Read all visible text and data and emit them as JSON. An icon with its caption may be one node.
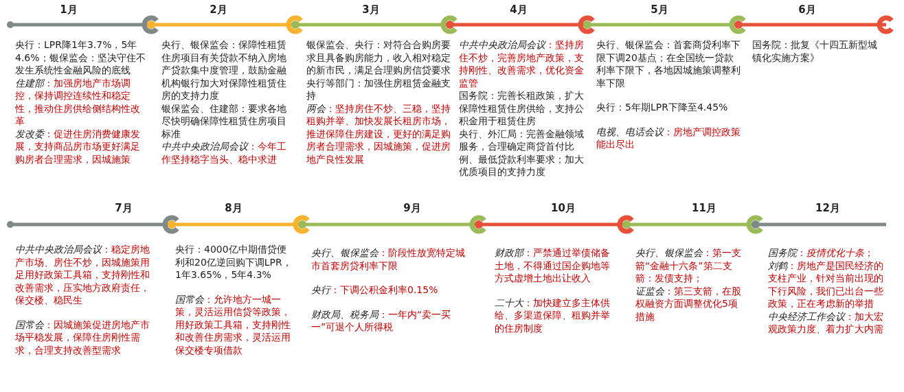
{
  "diagram": {
    "nodes": [
      {
        "text": [
          "1月",
          "央行：LPR降1年3.7%，5年4.6%；银保监会：坚决守住不发生系统性金融风险的底线",
          "*住建部*：加强房地产市场调控，保持调控连续性和稳定性，推动住房供给侧结构性改革",
          "*发改委*：促进住房消费健康发展，支持商品房市场更好满足购房者合理需求，因城施策"
        ]
      },
      {
        "text": [
          "2月",
          "央行、银保监会：保障性租赁住房项目有关贷款不纳入房地产贷款集中度管理，鼓励金融机构银行加大对保障性租赁住房的支持力度",
          "银保监会、住建部：要求各地尽快明确保障性租赁住房项目标准",
          "*中共中央政治局会议*：今年工作坚持稳字当头、稳中求进"
        ]
      },
      {
        "text": [
          "3月",
          "银保监会、央行：对符合合购房要求且具备购房能力，收入相对稳定的新市民，满足合理购房信贷要求",
          "央行等部门：加强住房租赁金融支持",
          "*两会*：坚持房住不炒、三稳，坚持租购并举、加快发展长租房市场，推进保障住房建设，更好的满足购房者合理需求，因城施策，促进房地产良性发展"
        ]
      },
      {
        "text": [
          "4月",
          "*中共中央政治局会议*：坚持房住不炒，完善房地产政策，支持刚性、改善需求，优化资金监管",
          "国务院：完善长租政策，扩大保障性租赁住房供给，支持公积金用于租赁住房",
          "央行、外汇局：完善金融领域服务，合理确定商贷首付比例、最低贷款利率要求；加大优质项目的支持力度"
        ]
      },
      {
        "text": [
          "5月",
          "央行、银保监会：首套商贷利率下限下调20基点；在全国统一贷款利率下限下，各地因城施策调整利率下限",
          "央行：5年期LPR下降至4.45%",
          "*电视、电话会议*：房地产调控政策能出尽出"
        ]
      },
      {
        "text": [
          "6月",
          "国务院：批复《十四五新型城镇化实施方案》"
        ]
      },
      {
        "text": [
          "7月",
          "*中共中央政治局会议*：稳定房地产市场、房住不炒，因城施策用足用好政策工具箱，支持刚性和改善需求，压实地方政府责任，保交楼、稳民生",
          "*国常会*：因城施策促进房地产市场平稳发展，保障住房刚性需求，合理支持改善型需求"
        ]
      },
      {
        "text": [
          "8月",
          "央行：4000亿中期借贷便利和20亿逆回购下调LPR，1年3.65%，5年4.3%",
          "*国常会*：允许地方一城一策，灵活运用信贷等政策，用好政策工具箱，支持刚性和改善住房需求，灵活运用保交楼专项借款"
        ]
      },
      {
        "text": [
          "9月",
          "*央行、银保监会*：阶段性放宽特定城市首套房贷利率下限",
          "*央行*：下调公积金利率0.15%",
          "*财政局、税务局*：一年内“卖一买一”可退个人所得税"
        ]
      },
      {
        "text": [
          "10月",
          "*财政部*：严禁通过举债储备土地，不得通过国企购地等方式虚增土地出让收入",
          "*二十大*：加快建立多主体供给、多渠道保障、租购并举的住房制度"
        ]
      },
      {
        "text": [
          "11月",
          "*央行、银保监会*：第一支箭“金融十六条”第二支箭：发债支持；",
          "*证监会*：第三支箭，在股权融资方面调整优化5项措施"
        ]
      },
      {
        "text": [
          "12月",
          "*国务院*：*疫情优化十条*；",
          "*刘鹤*：房地产是国民经济的支柱产业，针对当前出现的下行风险，我们已出台一些政策，正在考虑新的举措",
          "*中央经济工作会议*：加大宏观政策力度、着力扩大内需"
        ]
      }
    ],
    "edges": [
      {
        "from": 0,
        "to": 1,
        "arrow": "other",
        "color": "#7f8a88"
      },
      {
        "from": 1,
        "to": 2,
        "arrow": "other",
        "color": "#f8b32e"
      },
      {
        "from": 2,
        "to": 3,
        "arrow": "other"
      },
      {
        "from": 3,
        "to": 4,
        "arrow": "other",
        "color": "#e8503a"
      },
      {
        "from": 4,
        "to": 5,
        "arrow": "other"
      },
      {
        "from": 6,
        "to": 7,
        "arrow": "other",
        "color": "#7f8a88"
      },
      {
        "from": 7,
        "to": 8,
        "arrow": "other",
        "color": "#f8b32e"
      },
      {
        "from": 8,
        "to": 9,
        "arrow": "other"
      },
      {
        "from": 9,
        "to": 10,
        "arrow": "other",
        "color": "#e8503a"
      },
      {
        "from": 10,
        "to": 11,
        "arrow": "other"
      }
    ]
  }
}
